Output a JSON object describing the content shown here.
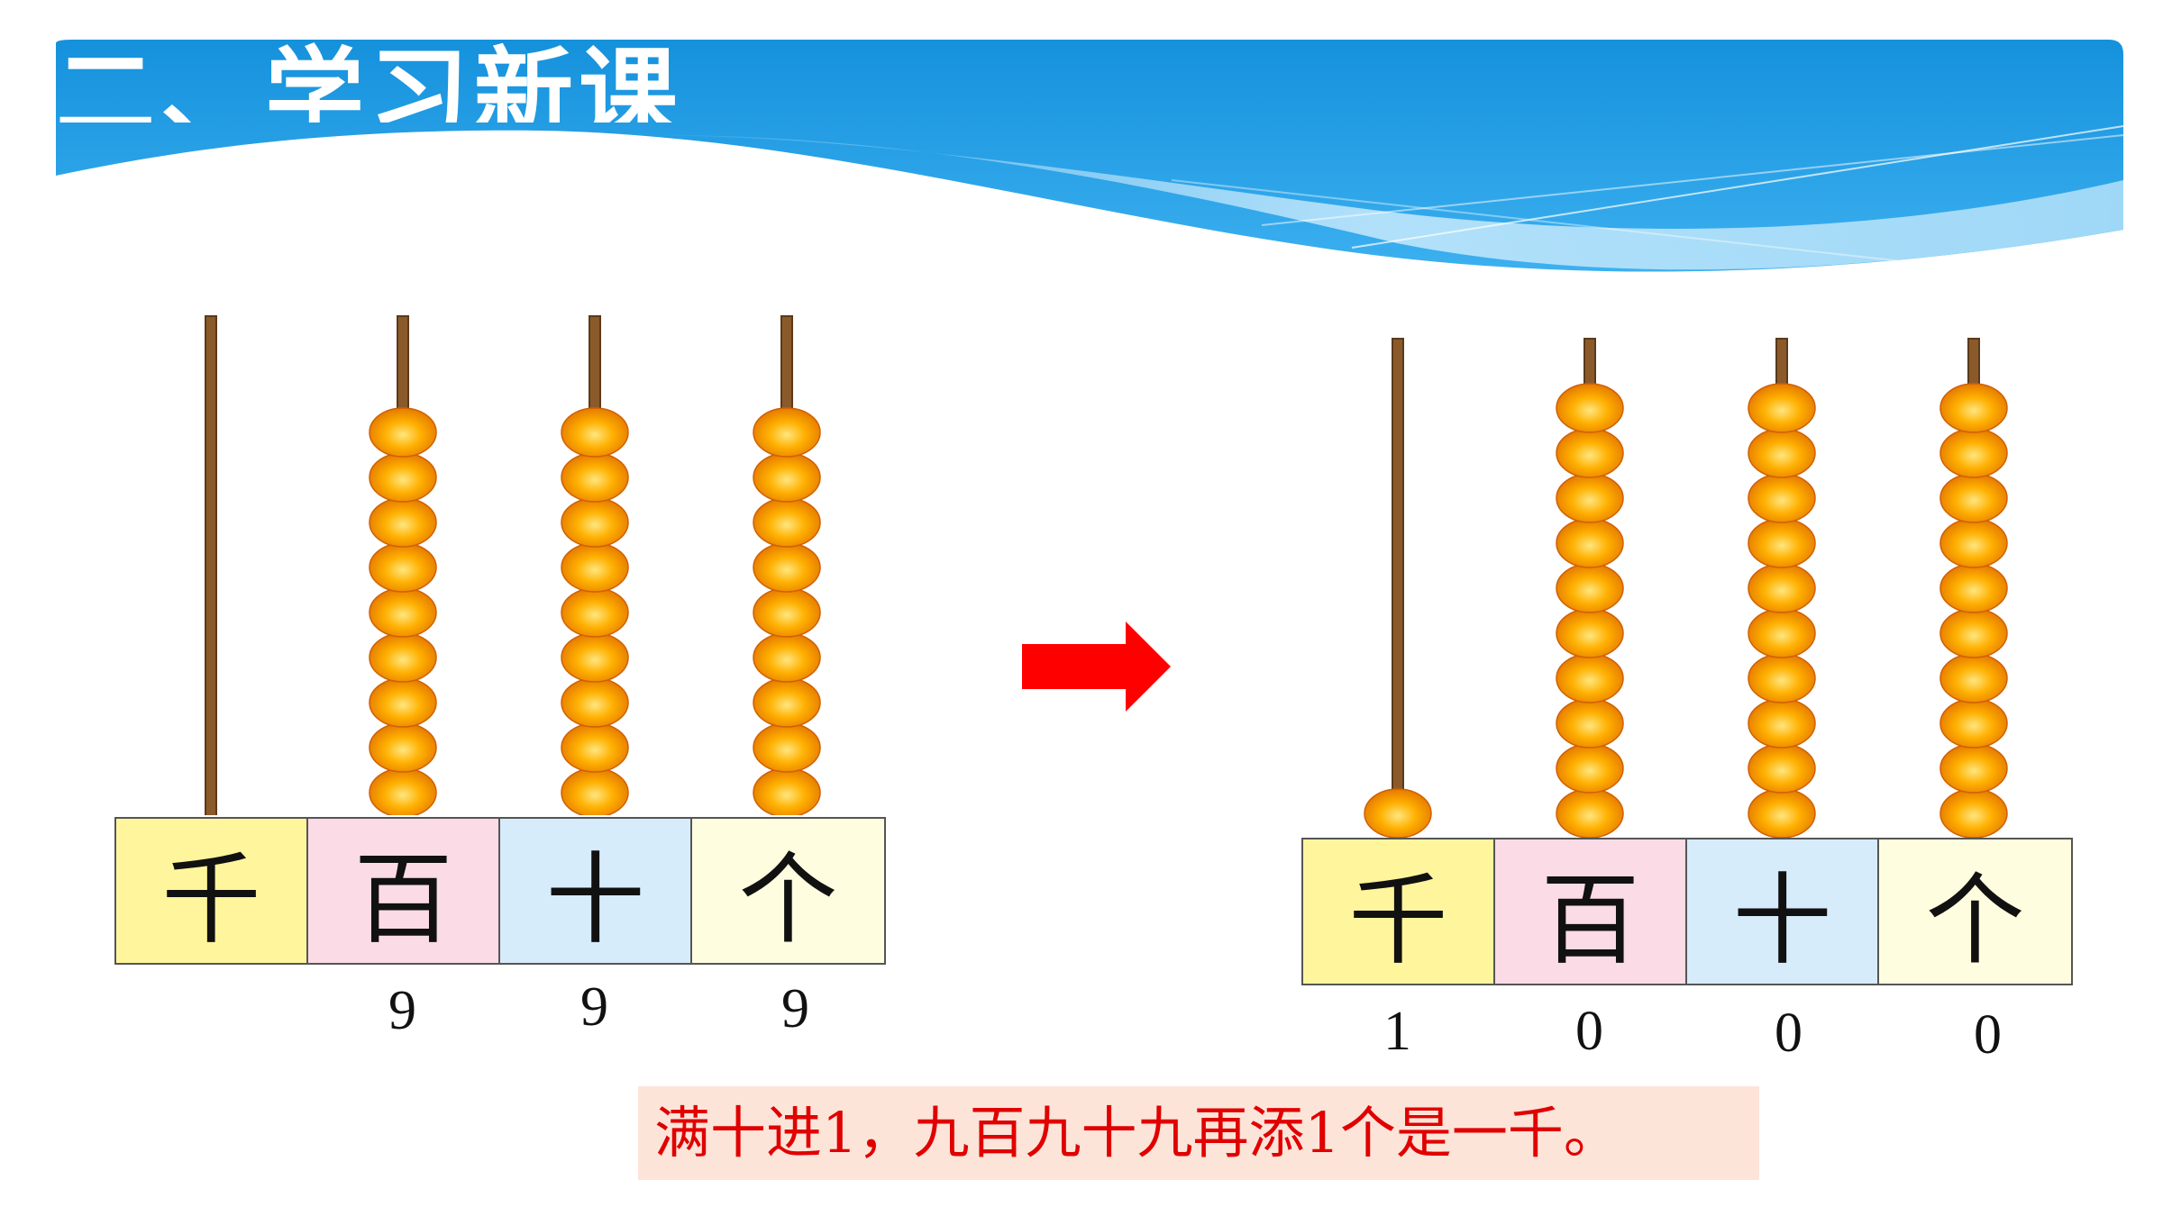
{
  "header": {
    "title": "二、学习新课"
  },
  "colors": {
    "banner_blue": "#1b9de2",
    "bead_orange": "#ff8c00",
    "rod_brown": "#8b5a2b",
    "arrow_red": "#ff0000",
    "caption_text": "#e00000",
    "caption_bg": "#fce4d9"
  },
  "place_labels": [
    "千",
    "百",
    "十",
    "个"
  ],
  "place_colors": [
    "#fff59d",
    "#fbdbe6",
    "#d6ecfa",
    "#fffde0"
  ],
  "left_abacus": {
    "beads": [
      0,
      9,
      9,
      9
    ],
    "digits": [
      "",
      "9",
      "9",
      "9"
    ]
  },
  "right_abacus": {
    "beads": [
      1,
      10,
      10,
      10
    ],
    "digits": [
      "1",
      "0",
      "0",
      "0"
    ]
  },
  "transition_icon": "right-arrow-icon",
  "caption": "满十进1，九百九十九再添1个是一千。"
}
